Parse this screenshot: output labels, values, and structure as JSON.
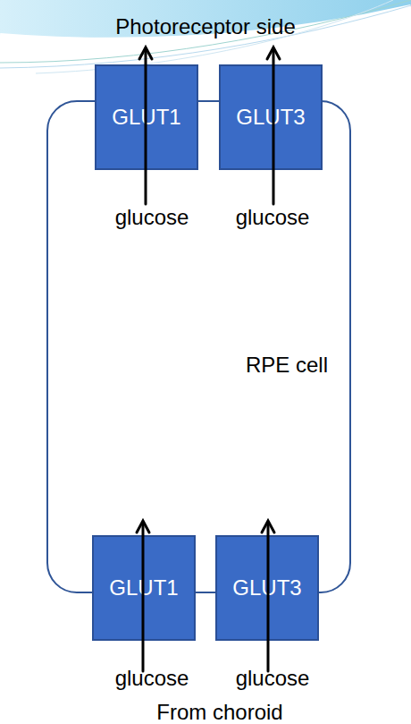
{
  "diagram": {
    "nodes": [
      {
        "text": [
          "GLUT1"
        ]
      },
      {
        "text": [
          "GLUT3"
        ]
      },
      {
        "text": [
          "RPE cell"
        ]
      },
      {
        "text": [
          "GLUT1"
        ]
      },
      {
        "text": [
          "GLUT3"
        ]
      }
    ],
    "labels": [
      "Photoreceptor side",
      "glucose",
      "glucose",
      "glucose",
      "glucose",
      "From choroid"
    ]
  }
}
